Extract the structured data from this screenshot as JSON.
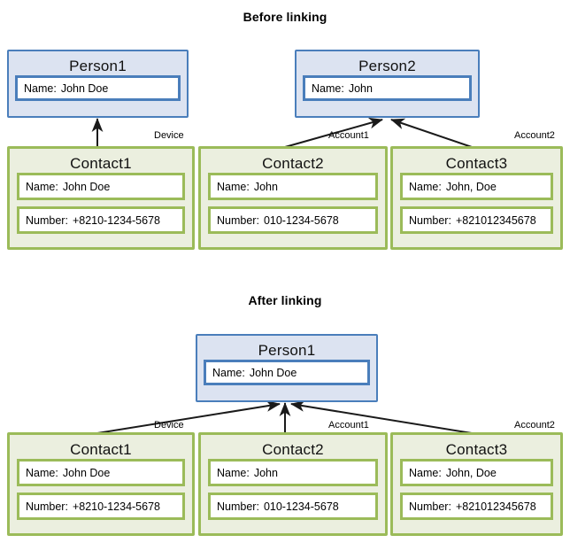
{
  "diagram": {
    "sections": [
      {
        "id": "before",
        "title": "Before linking"
      },
      {
        "id": "after",
        "title": "After linking"
      }
    ],
    "colors": {
      "person_border": "#4A7EBB",
      "person_fill": "#DCE3F1",
      "contact_border": "#9BBB59",
      "contact_fill": "#EBEFDF",
      "field_fill": "#FFFFFF",
      "arrow": "#1A1A1A",
      "background": "#FFFFFF",
      "text": "#000000"
    },
    "field_labels": {
      "name": "Name:",
      "number": "Number:"
    },
    "edge_labels": {
      "device": "Device",
      "account1": "Account1",
      "account2": "Account2"
    }
  },
  "before": {
    "persons": [
      {
        "title": "Person1",
        "name_label": "Name:",
        "name_value": "John Doe"
      },
      {
        "title": "Person2",
        "name_label": "Name:",
        "name_value": "John"
      }
    ],
    "contacts": [
      {
        "title": "Contact1",
        "name_label": "Name:",
        "name_value": "John Doe",
        "number_label": "Number:",
        "number_value": "+8210-1234-5678",
        "edge_label": "Device"
      },
      {
        "title": "Contact2",
        "name_label": "Name:",
        "name_value": "John",
        "number_label": "Number:",
        "number_value": "010-1234-5678",
        "edge_label": "Account1"
      },
      {
        "title": "Contact3",
        "name_label": "Name:",
        "name_value": "John, Doe",
        "number_label": "Number:",
        "number_value": "+821012345678",
        "edge_label": "Account2"
      }
    ]
  },
  "after": {
    "persons": [
      {
        "title": "Person1",
        "name_label": "Name:",
        "name_value": "John Doe"
      }
    ],
    "contacts": [
      {
        "title": "Contact1",
        "name_label": "Name:",
        "name_value": "John Doe",
        "number_label": "Number:",
        "number_value": "+8210-1234-5678",
        "edge_label": "Device"
      },
      {
        "title": "Contact2",
        "name_label": "Name:",
        "name_value": "John",
        "number_label": "Number:",
        "number_value": "010-1234-5678",
        "edge_label": "Account1"
      },
      {
        "title": "Contact3",
        "name_label": "Name:",
        "name_value": "John, Doe",
        "number_label": "Number:",
        "number_value": "+821012345678",
        "edge_label": "Account2"
      }
    ]
  }
}
